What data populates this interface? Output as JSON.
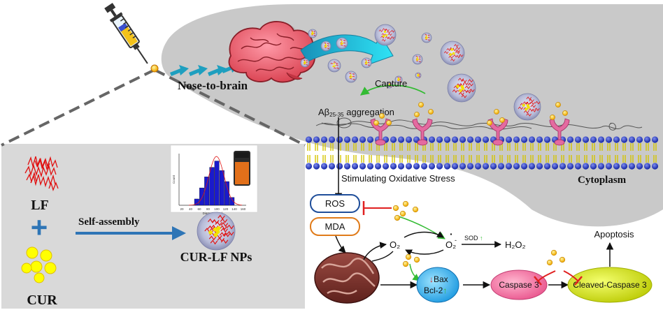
{
  "labels": {
    "nose_to_brain": "Nose-to-brain",
    "capture": "Capture",
    "abeta_prefix": "Aβ",
    "abeta_sub": "25-35",
    "abeta_suffix": " aggregation",
    "stimulating": "Stimulating Oxidative Stress",
    "cytoplasm": "Cytoplasm",
    "lf": "LF",
    "cur": "CUR",
    "self_assembly": "Self-assembly",
    "np_name": "CUR-LF NPs",
    "ros": "ROS",
    "mda": "MDA",
    "o2": "O₂",
    "o2_radical": "O₂",
    "sod": "SOD",
    "h2o2": "H₂O₂",
    "bax": "Bax",
    "bcl2": "Bcl-2",
    "caspase3": "Caspase 3",
    "cleaved_caspase3": "Cleaved-Caspase 3",
    "apoptosis": "Apoptosis"
  },
  "inset": {
    "xlabel": "Diameter (nm)",
    "ylabel": "Count",
    "ticks": [
      "20",
      "40",
      "60",
      "80",
      "100",
      "120",
      "140",
      "160"
    ]
  },
  "colors": {
    "panel_gray": "#d9d9d9",
    "mouse_gray": "#c9c9c9",
    "arrow_blue": "#2e75b6",
    "cur_yellow": "#ffff00",
    "inhibit_red": "#e02020",
    "capture_green": "#33bb33",
    "ros_border": "#1f4e9a",
    "mda_border": "#e07b1a",
    "bax_fill": "#21a6e8",
    "caspase_fill": "#f06a9a",
    "cleaved_fill": "#d8e600",
    "bar_blue": "#1a1acc"
  },
  "icons": [
    "syringe-icon",
    "brain-icon",
    "mitochondrion-icon",
    "receptor-icon",
    "nanoparticle-icon"
  ]
}
